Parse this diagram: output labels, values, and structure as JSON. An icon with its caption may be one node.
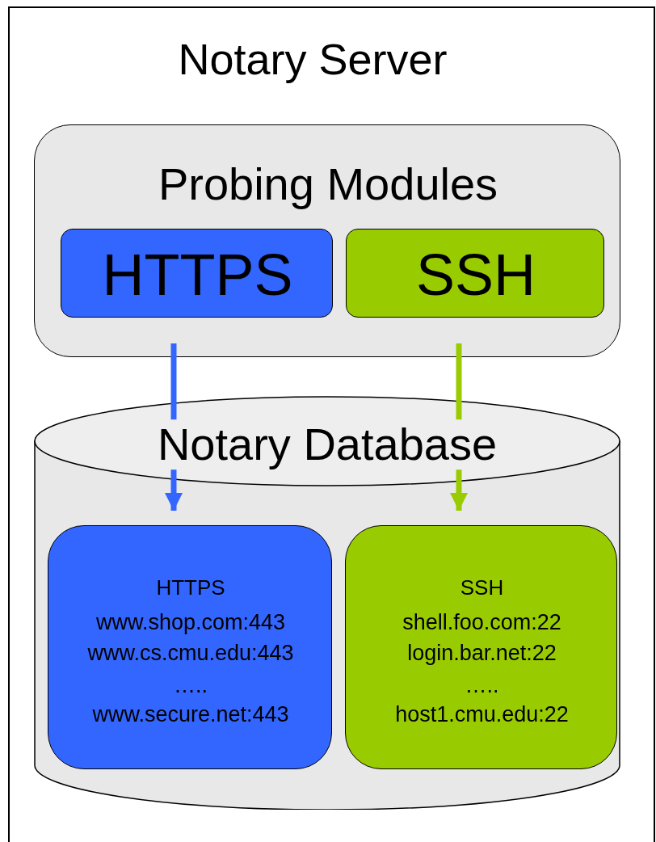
{
  "diagram": {
    "nodes": [
      {
        "text": [
          "Notary Server"
        ]
      },
      {
        "text": [
          "Probing Modules"
        ],
        "in": 0
      },
      {
        "text": [
          "HTTPS"
        ],
        "in": 1
      },
      {
        "text": [
          "SSH"
        ],
        "in": 1
      },
      {
        "text": [
          "Notary Database"
        ],
        "in": 0
      },
      {
        "text": [
          "HTTPS",
          "www.shop.com:443",
          "www.cs.cmu.edu:443",
          "…..",
          "www.secure.net:443"
        ],
        "in": 4
      },
      {
        "text": [
          "SSH",
          "shell.foo.com:22",
          "login.bar.net:22",
          "…..",
          "host1.cmu.edu:22"
        ],
        "in": 4
      }
    ],
    "edges": [
      {
        "from": 2,
        "to": 5,
        "arrow": "to",
        "color": "#3366ff"
      },
      {
        "from": 3,
        "to": 6,
        "arrow": "to",
        "color": "#99cc00"
      }
    ]
  }
}
